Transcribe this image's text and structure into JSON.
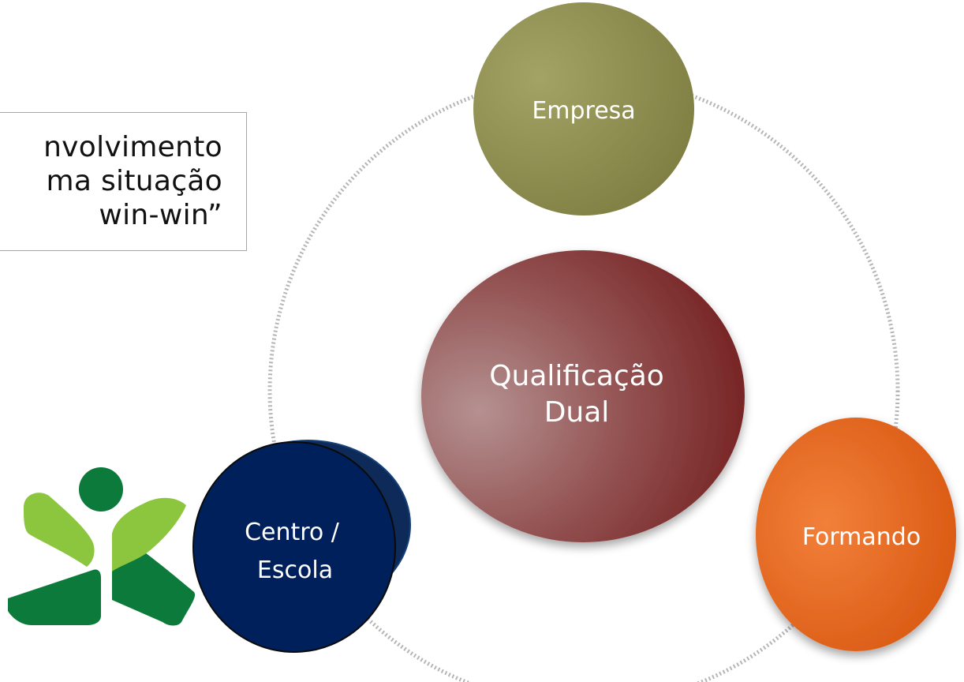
{
  "quote": {
    "lines": [
      "nvolvimento",
      "ma situação",
      "win-win”"
    ]
  },
  "nodes": {
    "center": {
      "lines": [
        "Qualificação",
        "Dual"
      ],
      "color": "#8b3a3a"
    },
    "top": {
      "lines": [
        "Empresa"
      ],
      "color": "#8a8a4c"
    },
    "left": {
      "lines": [
        "Centro /",
        "Escola"
      ],
      "color": "#00205b"
    },
    "right": {
      "lines": [
        "Formando"
      ],
      "color": "#e8600f"
    }
  },
  "logo": {
    "name": "figure-logo-icon",
    "colors": {
      "light_green": "#8cc63f",
      "dark_green": "#0b7a3b"
    }
  }
}
